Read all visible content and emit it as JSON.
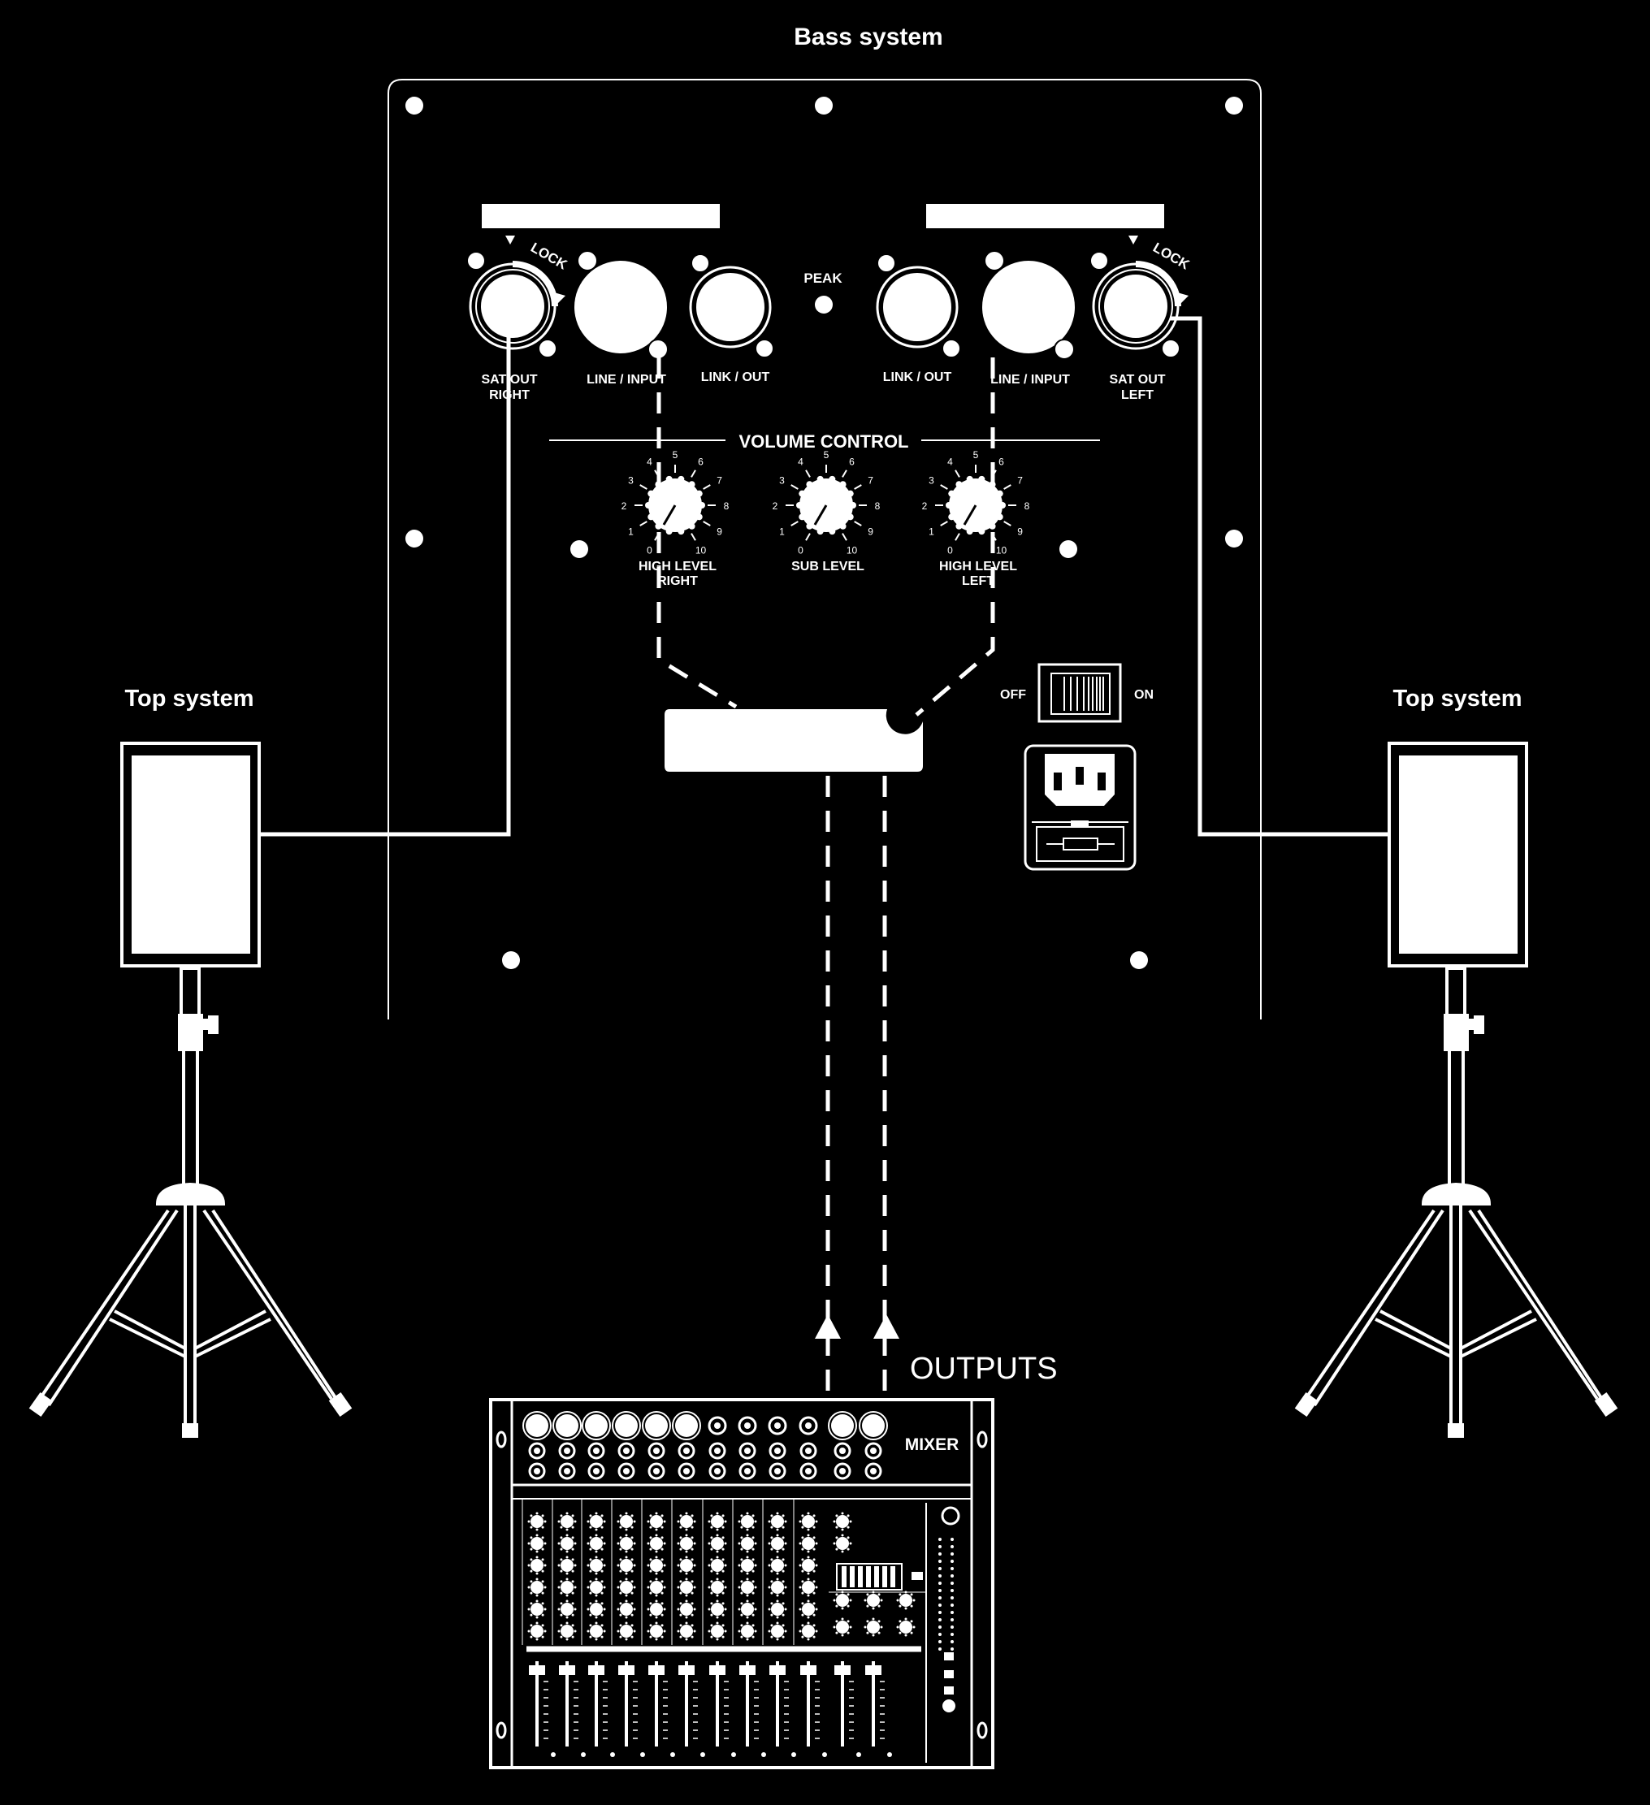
{
  "titles": {
    "bass_system": "Bass system",
    "top_system_left": "Top system",
    "top_system_right": "Top system"
  },
  "panel": {
    "left_lock": "LOCK",
    "right_lock": "LOCK",
    "peak": "PEAK",
    "connectors": {
      "sat_out_right": [
        "SAT OUT",
        "RIGHT"
      ],
      "line_input_left": "LINE / INPUT",
      "link_out_left": "LINK / OUT",
      "link_out_right": "LINK / OUT",
      "line_input_right": "LINE / INPUT",
      "sat_out_left": [
        "SAT OUT",
        "LEFT"
      ]
    },
    "volume_control": "VOLUME CONTROL",
    "knobs": [
      {
        "label": [
          "HIGH LEVEL",
          "RIGHT"
        ]
      },
      {
        "label": [
          "SUB LEVEL"
        ]
      },
      {
        "label": [
          "HIGH LEVEL",
          "LEFT"
        ]
      }
    ],
    "knob_scale": [
      "0",
      "1",
      "2",
      "3",
      "4",
      "5",
      "6",
      "7",
      "8",
      "9",
      "10"
    ],
    "switch": {
      "off": "OFF",
      "on": "ON"
    }
  },
  "mixer": {
    "label": "MIXER",
    "outputs": "OUTPUTS"
  },
  "colors": {
    "background": "#000000",
    "foreground": "#ffffff"
  }
}
